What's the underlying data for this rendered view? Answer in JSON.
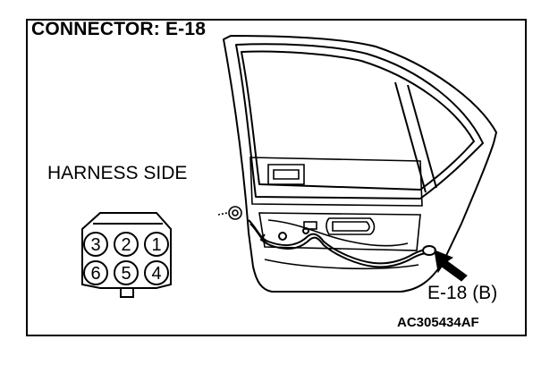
{
  "title": "CONNECTOR: E-18",
  "harness_side_label": "HARNESS SIDE",
  "connector": {
    "top_row_pins": [
      "3",
      "2",
      "1"
    ],
    "bottom_row_pins": [
      "6",
      "5",
      "4"
    ]
  },
  "callout_label": "E-18 (B)",
  "figure_code": "AC305434AF"
}
